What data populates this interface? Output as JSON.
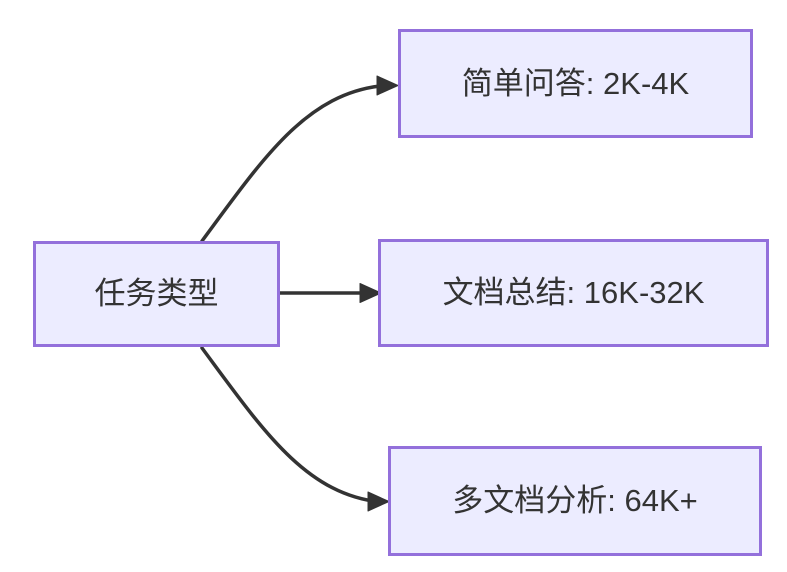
{
  "diagram": {
    "type": "flowchart",
    "direction": "left-to-right",
    "colors": {
      "background": "#FFFFFF",
      "node_fill": "#ECECFF",
      "node_border": "#9370DB",
      "edge": "#333333",
      "text": "#333333"
    },
    "nodes": {
      "source": {
        "label": "任务类型"
      },
      "targets": [
        {
          "label": "简单问答: 2K-4K"
        },
        {
          "label": "文档总结: 16K-32K"
        },
        {
          "label": "多文档分析: 64K+"
        }
      ]
    },
    "edges": [
      {
        "from": "任务类型",
        "to": "简单问答: 2K-4K",
        "style": "curved-up"
      },
      {
        "from": "任务类型",
        "to": "文档总结: 16K-32K",
        "style": "straight"
      },
      {
        "from": "任务类型",
        "to": "多文档分析: 64K+",
        "style": "curved-down"
      }
    ]
  }
}
